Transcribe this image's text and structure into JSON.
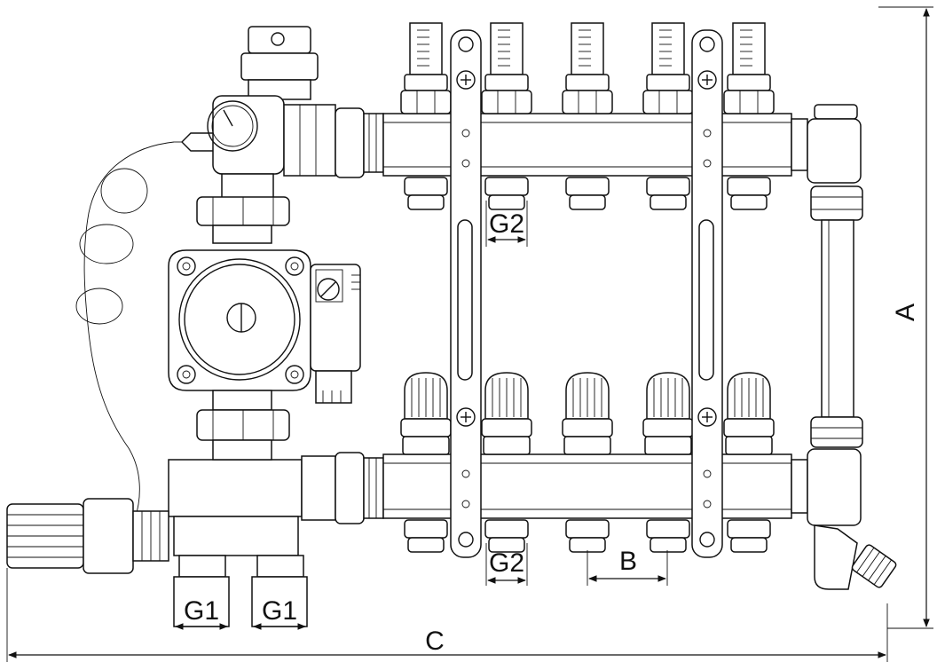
{
  "dimensions": {
    "A": "A",
    "B": "B",
    "C": "C",
    "G1_left": "G1",
    "G1_right": "G1",
    "G2_top": "G2",
    "G2_bottom": "G2"
  },
  "outlet_count": 5
}
